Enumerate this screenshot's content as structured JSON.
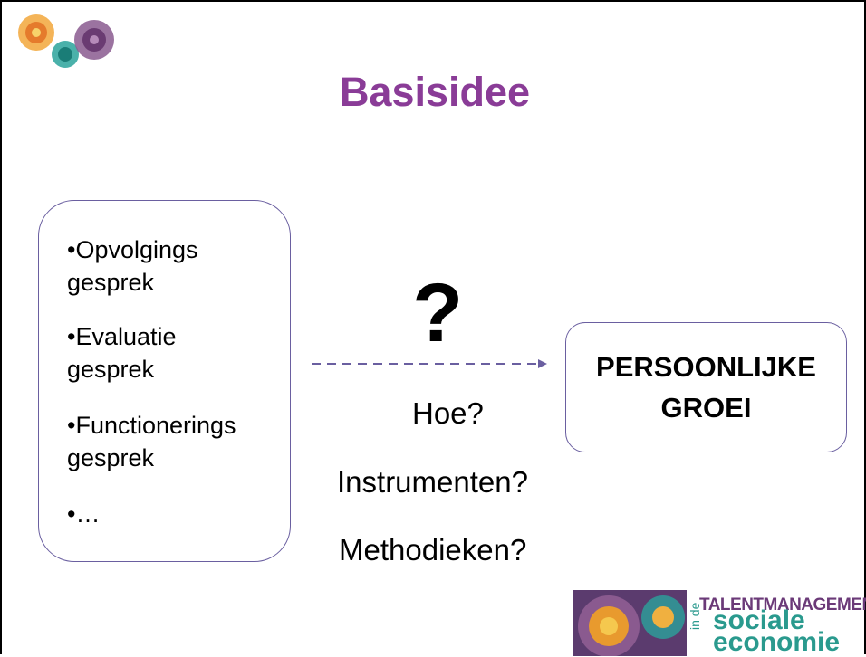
{
  "slide": {
    "title": "Basisidee",
    "left_box": {
      "items": [
        {
          "line1": "•Opvolgings",
          "line2": "gesprek"
        },
        {
          "line1": "•Evaluatie",
          "line2": "gesprek"
        },
        {
          "line1": "•Functionerings",
          "line2": "gesprek"
        },
        {
          "line1": "•…",
          "line2": ""
        }
      ]
    },
    "question_mark": "?",
    "questions": [
      "Hoe?",
      "Instrumenten?",
      "Methodieken?"
    ],
    "right_box": {
      "line1": "PERSOONLIJKE",
      "line2": "GROEI"
    },
    "logo": {
      "line1": "TALENTMANAGEMENT",
      "prefix": "in de",
      "line2": "sociale",
      "line3": "economie"
    }
  },
  "colors": {
    "title": "#8a3c97",
    "box_border": "#6a5fa0",
    "arrow": "#6a5fa0",
    "logo_purple": "#6b3a78",
    "logo_teal": "#2a9a8e"
  }
}
